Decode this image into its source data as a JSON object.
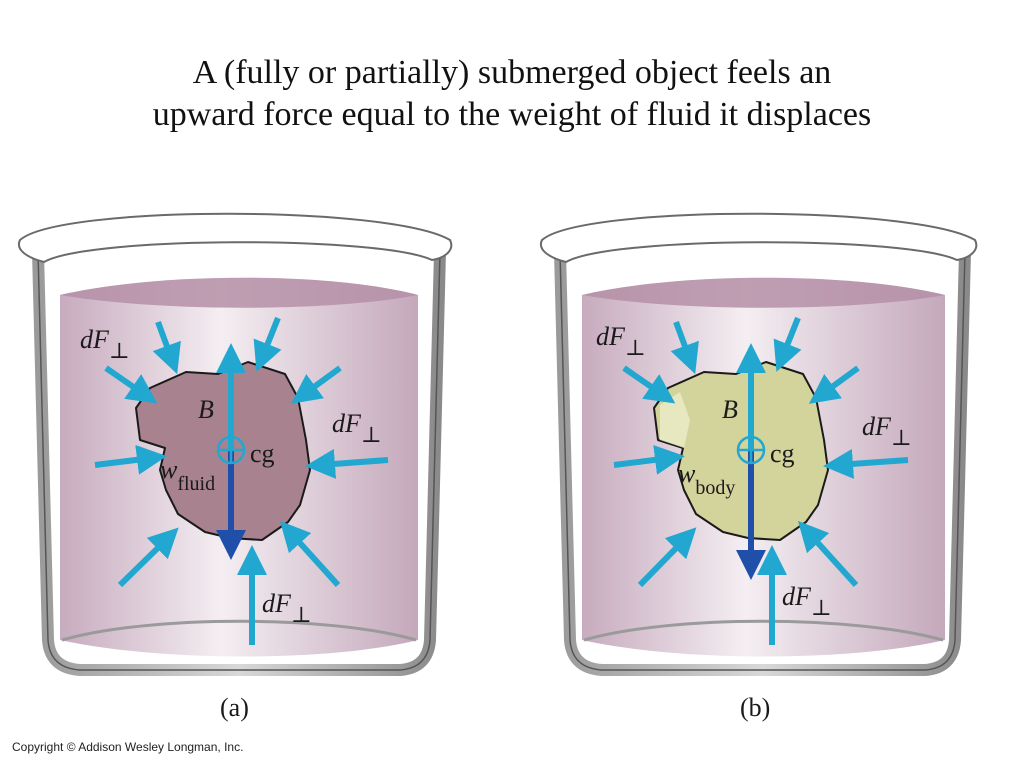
{
  "title": {
    "line1": "A (fully or partially) submerged object feels an",
    "line2": "upward force equal to the weight of fluid it displaces"
  },
  "panels": [
    {
      "caption": "(a)",
      "force_label": "dF",
      "perp_symbol": "⊥",
      "buoyancy_label": "B",
      "cg_label": "cg",
      "weight_symbol": "w",
      "weight_subscript": "fluid",
      "object_fill": "#a8828f"
    },
    {
      "caption": "(b)",
      "force_label": "dF",
      "perp_symbol": "⊥",
      "buoyancy_label": "B",
      "cg_label": "cg",
      "weight_symbol": "w",
      "weight_subscript": "body",
      "object_fill": "#d3d49c"
    }
  ],
  "copyright": "Copyright © Addison Wesley Longman, Inc.",
  "colors": {
    "arrow": "#22a8d0",
    "weight_arrow": "#1f4fa8",
    "fluid": "#cfb7c8",
    "fluid_surface": "#b58fa7",
    "beaker": "#8c8c8c"
  }
}
